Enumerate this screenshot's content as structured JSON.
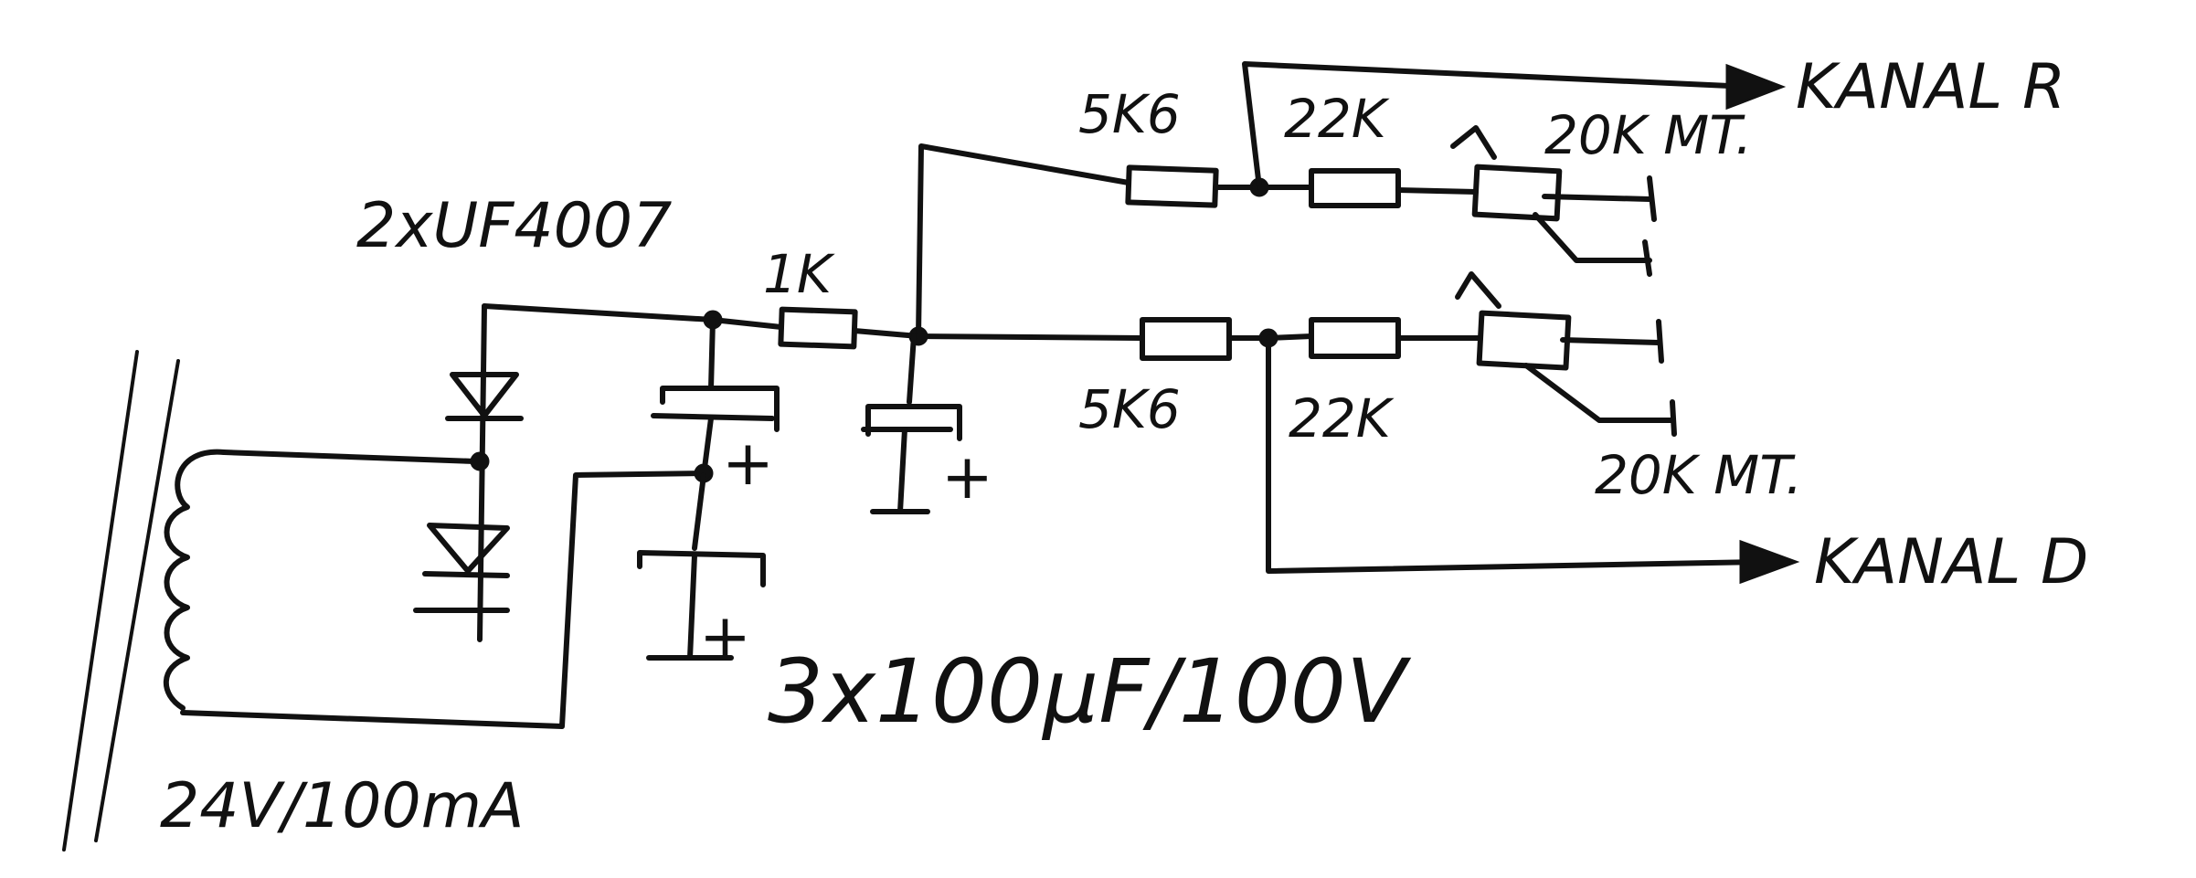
{
  "labels": {
    "diodes": "2xUF4007",
    "r_1k": "1K",
    "r_5k6_top": "5K6",
    "r_5k6_bottom": "5K6",
    "r_22k_top": "22K",
    "r_22k_bottom": "22K",
    "pot_top": "20K MT.",
    "pot_bottom": "20K MT.",
    "channel_top": "KANAL R",
    "channel_bottom": "KANAL D",
    "capacitors": "3x100µF/100V",
    "transformer": "24V/100mA",
    "cap_plus_1": "+",
    "cap_plus_2": "+",
    "cap_plus_3": "+"
  }
}
